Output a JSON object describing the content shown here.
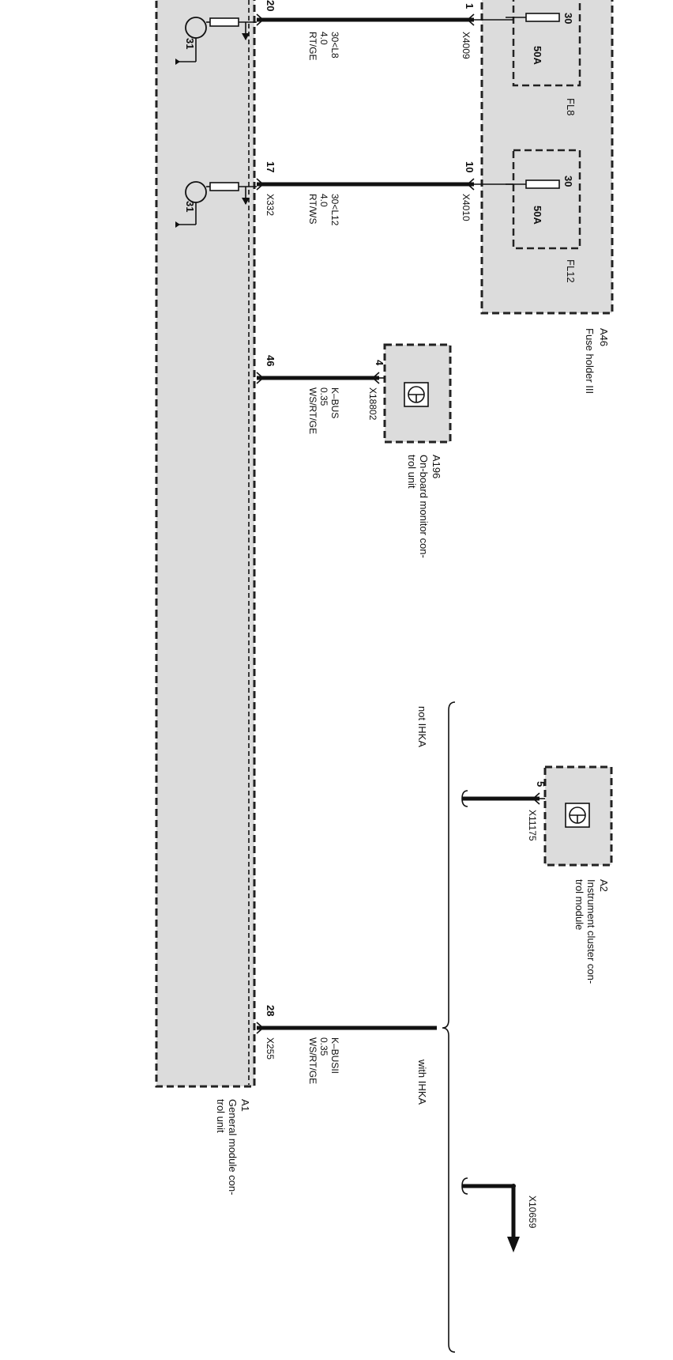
{
  "components": {
    "a1": {
      "id": "A1",
      "name_line1": "General module con-",
      "name_line2": "trol unit"
    },
    "a46": {
      "id": "A46",
      "name": "Fuse holder III"
    },
    "a196": {
      "id": "A196",
      "name_line1": "On-board monitor con-",
      "name_line2": "trol unit"
    },
    "a2": {
      "id": "A2",
      "name_line1": "Instrument cluster con-",
      "name_line2": "trol module"
    }
  },
  "fuses": [
    {
      "id": "FL8",
      "rating": "50A",
      "pin": "30"
    },
    {
      "id": "FL12",
      "rating": "50A",
      "pin": "30"
    }
  ],
  "wires": [
    {
      "signal": "30<L8",
      "gauge": "4.0",
      "color": "RT/GE",
      "a1_pin": "20",
      "a1_connector": "",
      "far_pin": "1",
      "far_connector": "X4009"
    },
    {
      "signal": "30<L12",
      "gauge": "4.0",
      "color": "RT/WS",
      "a1_pin": "17",
      "a1_connector": "X332",
      "far_pin": "10",
      "far_connector": "X4010"
    },
    {
      "signal": "K–BUS",
      "gauge": "0.35",
      "color": "WS/RT/GE",
      "a1_pin": "46",
      "a1_connector": "",
      "far_pin": "4",
      "far_connector": "X18802"
    },
    {
      "signal": "K–BUSII",
      "gauge": "0.35",
      "color": "WS/RT/GE",
      "a1_pin": "28",
      "a1_connector": "X255",
      "far_pin": "",
      "far_connector": ""
    }
  ],
  "ground_label": "31",
  "a2_pin": "5",
  "a2_connector": "X11175",
  "conditions": {
    "not_ihka": "not IHKA",
    "with_ihka": "with IHKA"
  },
  "continuation": "X10659"
}
